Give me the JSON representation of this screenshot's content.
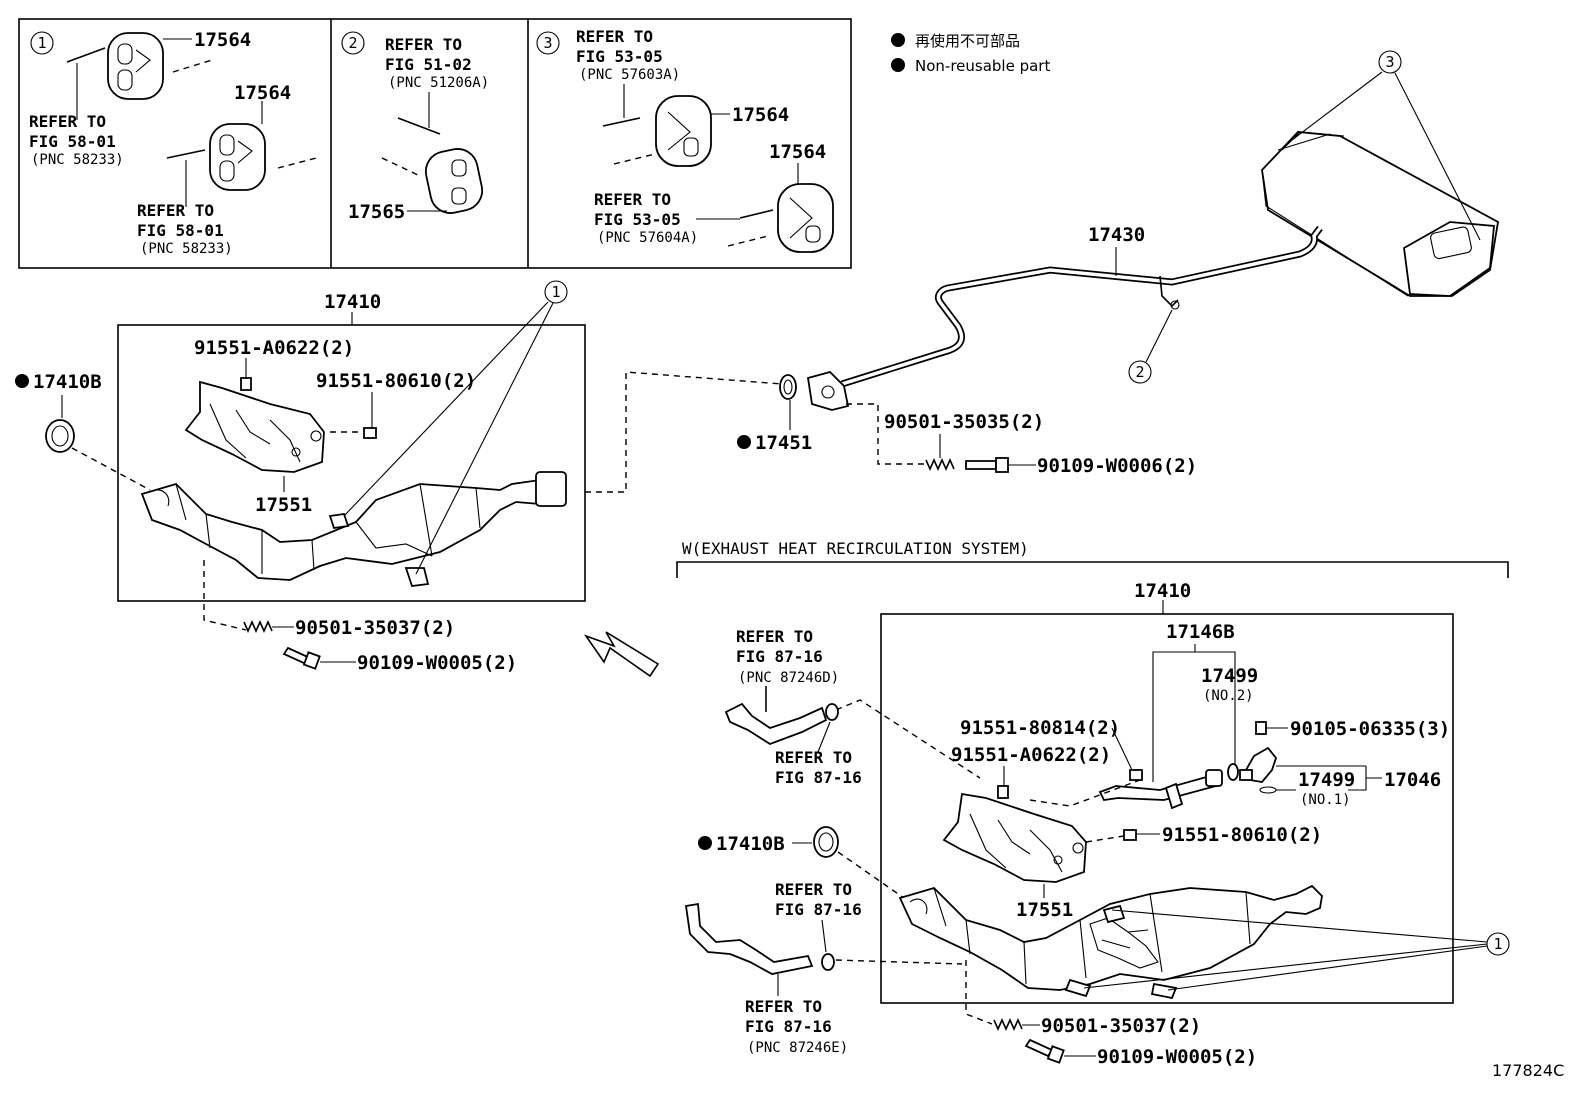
{
  "legend": {
    "jp": "再使用不可部品",
    "en": "Non-reusable part"
  },
  "figure_code": "177824C",
  "inset": {
    "panel1": {
      "circle": "1",
      "pn_a": "17564",
      "pn_b": "17564",
      "ref1": [
        "REFER TO",
        "FIG 58-01",
        "(PNC 58233)"
      ],
      "ref2": [
        "REFER TO",
        "FIG 58-01",
        "(PNC 58233)"
      ]
    },
    "panel2": {
      "circle": "2",
      "ref": [
        "REFER TO",
        "FIG 51-02",
        "(PNC 51206A)"
      ],
      "pn": "17565"
    },
    "panel3": {
      "circle": "3",
      "ref1": [
        "REFER TO",
        "FIG 53-05",
        "(PNC 57603A)"
      ],
      "pn_a": "17564",
      "pn_b": "17564",
      "ref2": [
        "REFER TO",
        "FIG 53-05",
        "(PNC 57604A)"
      ]
    }
  },
  "left": {
    "assy": "17410",
    "gasket": "17410B",
    "bolt_a": "91551-A0622(2)",
    "bolt_b": "91551-80610(2)",
    "insulator": "17551",
    "circle": "1",
    "spring": "90501-35037(2)",
    "bolt_c": "90109-W0005(2)"
  },
  "right_top": {
    "pipe": "17430",
    "gasket": "17451",
    "spring": "90501-35035(2)",
    "bolt": "90109-W0006(2)",
    "circle2": "2",
    "circle3": "3"
  },
  "ehr": {
    "title": "W(EXHAUST HEAT RECIRCULATION SYSTEM)",
    "assy": "17410",
    "pipe": "17146B",
    "oring2": "17499",
    "oring2_no": "(NO.2)",
    "oring1": "17499",
    "oring1_no": "(NO.1)",
    "valve": "17046",
    "bolt_a": "90105-06335(3)",
    "bolt_b": "91551-80814(2)",
    "bolt_c": "91551-A0622(2)",
    "bolt_d": "91551-80610(2)",
    "insulator": "17551",
    "gasket": "17410B",
    "circle": "1",
    "ref_a": [
      "REFER TO",
      "FIG 87-16",
      "(PNC 87246D)"
    ],
    "ref_b": [
      "REFER TO",
      "FIG 87-16"
    ],
    "ref_c": [
      "REFER TO",
      "FIG 87-16"
    ],
    "ref_d": [
      "REFER TO",
      "FIG 87-16",
      "(PNC 87246E)"
    ],
    "spring": "90501-35037(2)",
    "bolt_e": "90109-W0005(2)"
  }
}
